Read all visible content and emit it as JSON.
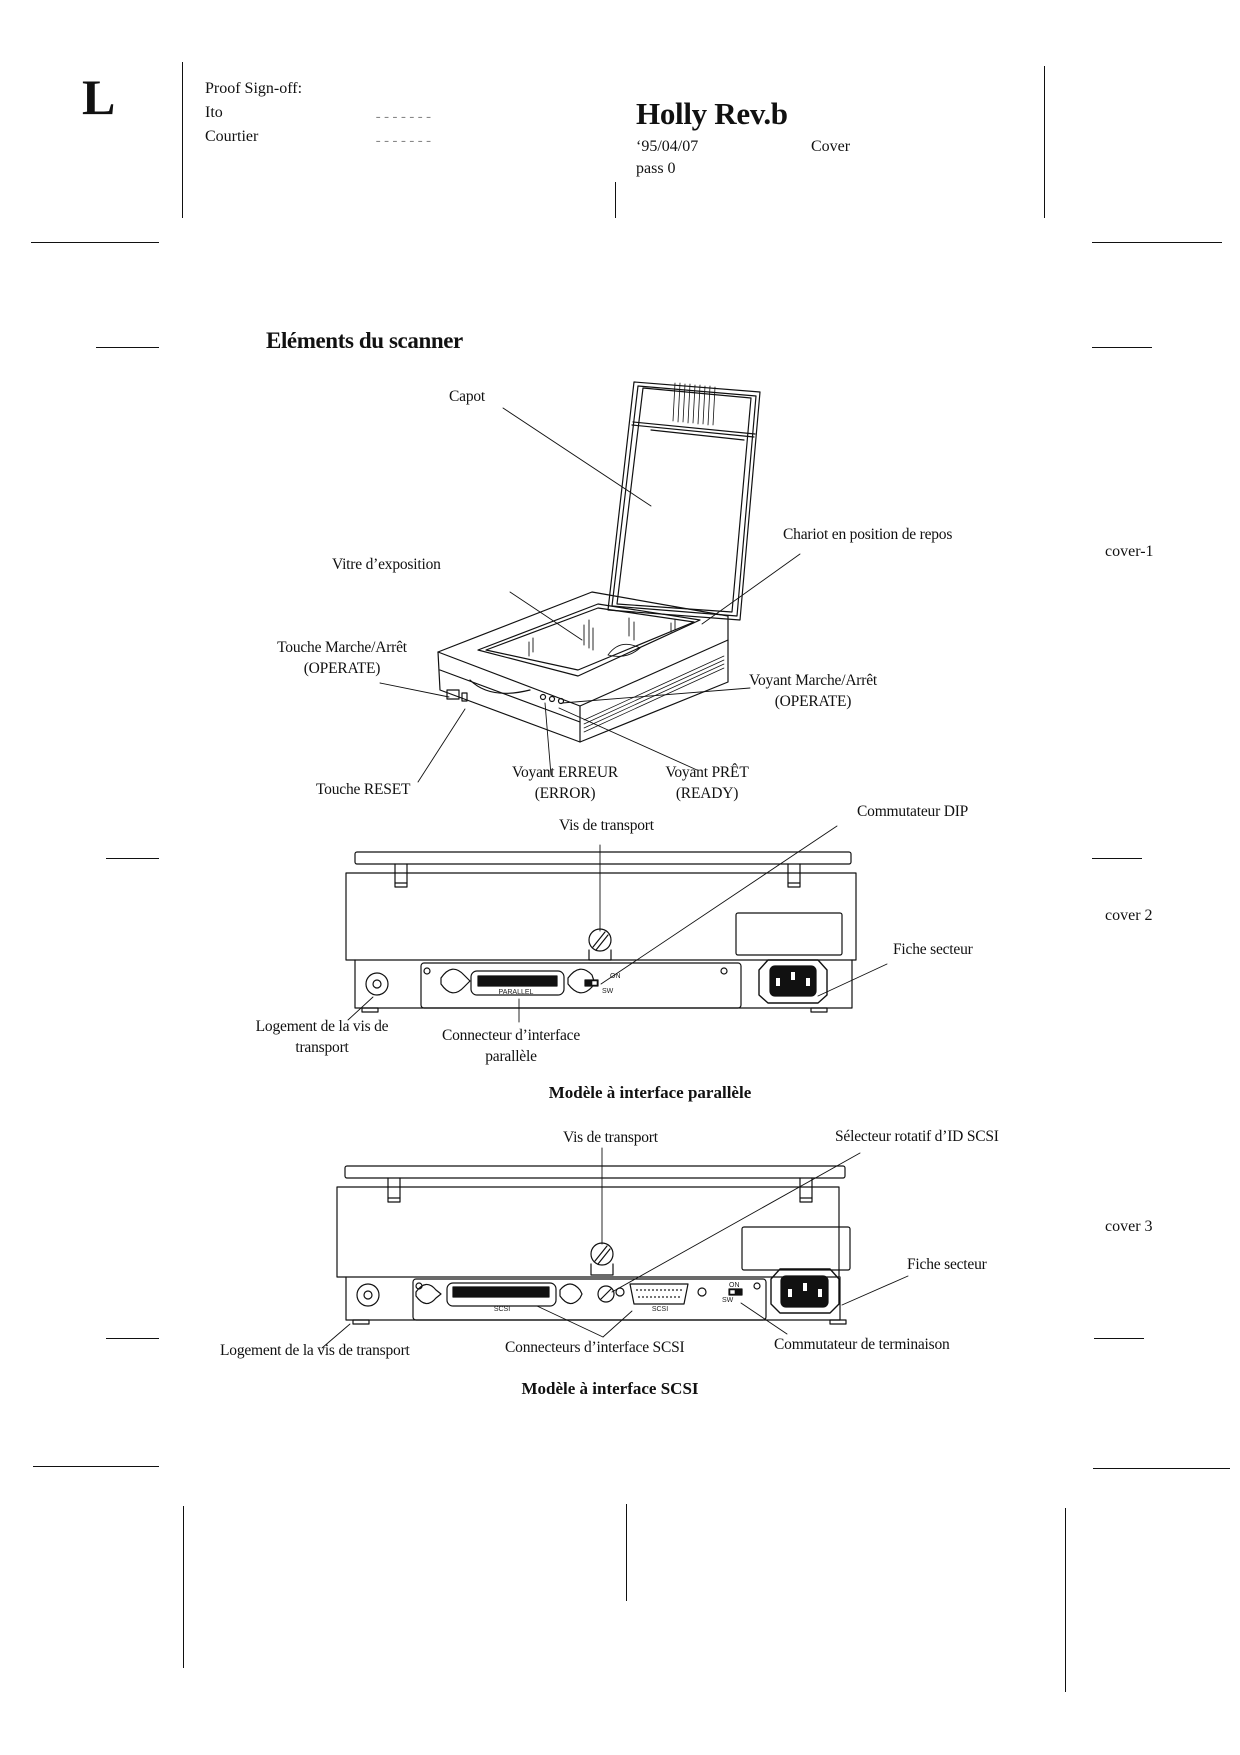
{
  "header": {
    "page_side_letter": "L",
    "proof_signoff_label": "Proof Sign-off:",
    "signoff_names": [
      "Ito",
      "Courtier"
    ],
    "signoff_blank": "-------",
    "doc_title": "Holly Rev.b",
    "date": "‘95/04/07",
    "section": "Cover",
    "pass": "pass 0"
  },
  "margin_labels": [
    "cover-1",
    "cover 2",
    "cover 3"
  ],
  "main": {
    "section_title": "Eléments du scanner",
    "top_view_labels": {
      "capot": "Capot",
      "chariot": "Chariot en position de repos",
      "vitre": "Vitre d’exposition",
      "touche_marche_line1": "Touche Marche/Arrêt",
      "touche_marche_line2": "(OPERATE)",
      "voyant_marche_line1": "Voyant Marche/Arrêt",
      "voyant_marche_line2": "(OPERATE)",
      "touche_reset": "Touche RESET",
      "voyant_erreur_line1": "Voyant ERREUR",
      "voyant_erreur_line2": "(ERROR)",
      "voyant_pret_line1": "Voyant PRÊT",
      "voyant_pret_line2": "(READY)"
    },
    "parallel_model": {
      "vis_transport": "Vis de transport",
      "commutateur_dip": "Commutateur DIP",
      "fiche_secteur": "Fiche secteur",
      "logement_line1": "Logement de la vis de",
      "logement_line2": "transport",
      "connecteur_line1": "Connecteur d’interface",
      "connecteur_line2": "parallèle",
      "port_label": "PARALLEL",
      "switch_on": "ON",
      "switch_sw": "SW",
      "caption": "Modèle à interface parallèle"
    },
    "scsi_model": {
      "vis_transport": "Vis de transport",
      "selecteur": "Sélecteur rotatif d’ID SCSI",
      "fiche_secteur": "Fiche secteur",
      "logement": "Logement de la vis de transport",
      "connecteurs": "Connecteurs d’interface SCSI",
      "commutateur_term": "Commutateur de terminaison",
      "port_label_1": "SCSI",
      "port_label_2": "SCSI",
      "switch_on": "ON",
      "switch_sw": "SW",
      "caption": "Modèle à interface SCSI"
    }
  }
}
